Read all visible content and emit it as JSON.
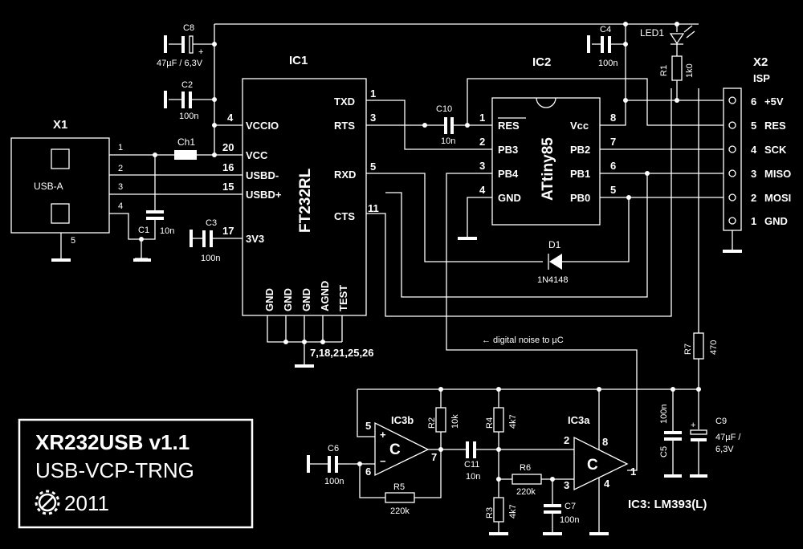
{
  "ic1": {
    "ref": "IC1",
    "part": "FT232RL",
    "pins_left": [
      {
        "num": "4",
        "name": "VCCIO"
      },
      {
        "num": "20",
        "name": "VCC"
      },
      {
        "num": "16",
        "name": "USBD-"
      },
      {
        "num": "15",
        "name": "USBD+"
      },
      {
        "num": "17",
        "name": "3V3"
      }
    ],
    "pins_right": [
      {
        "num": "1",
        "name": "TXD"
      },
      {
        "num": "3",
        "name": "RTS"
      },
      {
        "num": "5",
        "name": "RXD"
      },
      {
        "num": "11",
        "name": "CTS"
      }
    ],
    "pins_bottom": [
      "GND",
      "GND",
      "GND",
      "AGND",
      "TEST"
    ],
    "gnd_pins": "7,18,21,25,26"
  },
  "ic2": {
    "ref": "IC2",
    "part": "ATtiny85",
    "pins_left": [
      {
        "num": "1",
        "name": "RES"
      },
      {
        "num": "2",
        "name": "PB3"
      },
      {
        "num": "3",
        "name": "PB4"
      },
      {
        "num": "4",
        "name": "GND"
      }
    ],
    "pins_right": [
      {
        "num": "8",
        "name": "Vcc"
      },
      {
        "num": "7",
        "name": "PB2"
      },
      {
        "num": "6",
        "name": "PB1"
      },
      {
        "num": "5",
        "name": "PB0"
      }
    ]
  },
  "x1": {
    "ref": "X1",
    "type": "USB-A",
    "pins": [
      "1",
      "2",
      "3",
      "4",
      "5"
    ]
  },
  "x2": {
    "ref": "X2",
    "type": "ISP",
    "pins": [
      {
        "num": "6",
        "name": "+5V"
      },
      {
        "num": "5",
        "name": "RES"
      },
      {
        "num": "4",
        "name": "SCK"
      },
      {
        "num": "3",
        "name": "MISO"
      },
      {
        "num": "2",
        "name": "MOSI"
      },
      {
        "num": "1",
        "name": "GND"
      }
    ]
  },
  "parts": {
    "c8": {
      "ref": "C8",
      "value": "47µF / 6,3V"
    },
    "c2": {
      "ref": "C2",
      "value": "100n"
    },
    "c1": {
      "ref": "C1",
      "value": "10n"
    },
    "c3": {
      "ref": "C3",
      "value": "100n"
    },
    "c4": {
      "ref": "C4",
      "value": "100n"
    },
    "c10": {
      "ref": "C10",
      "value": "10n"
    },
    "c5": {
      "ref": "C5",
      "value": "100n"
    },
    "c9": {
      "ref": "C9",
      "value1": "47µF /",
      "value2": "6,3V"
    },
    "c6": {
      "ref": "C6",
      "value": "100n"
    },
    "c11": {
      "ref": "C11",
      "value": "10n"
    },
    "c7": {
      "ref": "C7",
      "value": "100n"
    },
    "ch1": {
      "ref": "Ch1"
    },
    "led1": {
      "ref": "LED1"
    },
    "r1": {
      "ref": "R1",
      "value": "1k0"
    },
    "r7": {
      "ref": "R7",
      "value": "470"
    },
    "r2": {
      "ref": "R2",
      "value": "10k"
    },
    "r4": {
      "ref": "R4",
      "value": "4k7"
    },
    "r3": {
      "ref": "R3",
      "value": "4k7"
    },
    "r5": {
      "ref": "R5",
      "value": "220k"
    },
    "r6": {
      "ref": "R6",
      "value": "220k"
    },
    "d1": {
      "ref": "D1",
      "value": "1N4148"
    }
  },
  "ic3": {
    "a": {
      "ref": "IC3a",
      "pins": [
        "2",
        "3",
        "8",
        "1",
        "4"
      ]
    },
    "b": {
      "ref": "IC3b",
      "pins": [
        "5",
        "6",
        "7"
      ]
    },
    "symbol": "C",
    "note": "IC3: LM393(L)"
  },
  "annotation": "← digital noise to µC",
  "title_box": {
    "line1": "XR232USB  v1.1",
    "line2": "USB-VCP-TRNG",
    "line3": "2011"
  }
}
